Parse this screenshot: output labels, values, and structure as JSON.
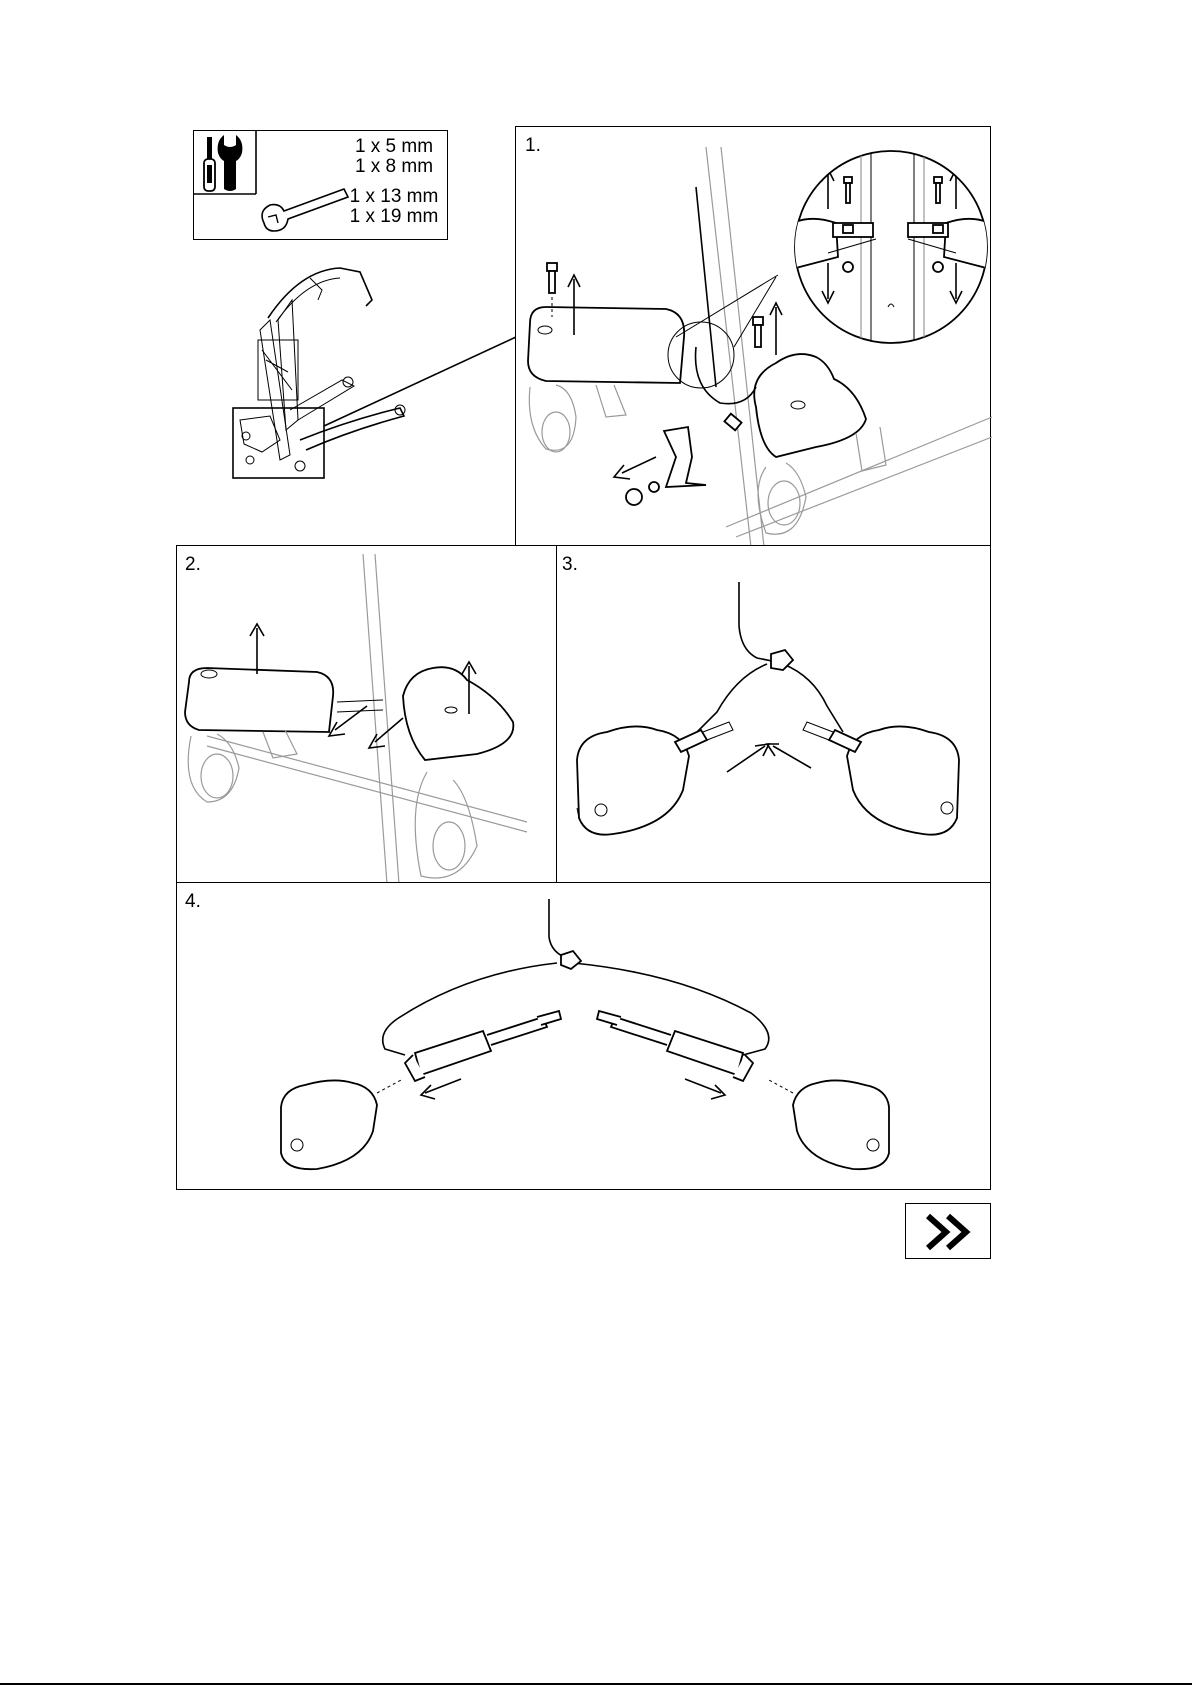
{
  "tools": {
    "hex_key_sizes": [
      "1 x 5 mm",
      "1 x 8 mm"
    ],
    "wrench_sizes": [
      "1 x 13 mm",
      "1 x 19 mm"
    ]
  },
  "steps": [
    {
      "label": "1."
    },
    {
      "label": "2."
    },
    {
      "label": "3."
    },
    {
      "label": "4."
    }
  ],
  "next_page_glyph": "»",
  "icons": [
    "screwdriver-icon",
    "wrench-icon",
    "hex-key-icon",
    "open-wrench-icon",
    "next-page-icon"
  ]
}
